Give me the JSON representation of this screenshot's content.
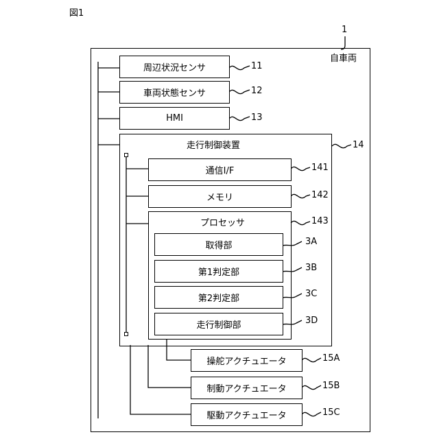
{
  "figure_label": "図1",
  "vehicle": {
    "ref": "1",
    "label": "自車両"
  },
  "sensors": [
    {
      "label": "周辺状況センサ",
      "ref": "11"
    },
    {
      "label": "車両状態センサ",
      "ref": "12"
    },
    {
      "label": "HMI",
      "ref": "13"
    }
  ],
  "controller": {
    "label": "走行制御装置",
    "ref": "14",
    "parts": [
      {
        "label": "通信I/F",
        "ref": "141"
      },
      {
        "label": "メモリ",
        "ref": "142"
      }
    ],
    "processor": {
      "label": "プロセッサ",
      "ref": "143",
      "units": [
        {
          "label": "取得部",
          "ref": "3A"
        },
        {
          "label": "第1判定部",
          "ref": "3B"
        },
        {
          "label": "第2判定部",
          "ref": "3C"
        },
        {
          "label": "走行制御部",
          "ref": "3D"
        }
      ]
    }
  },
  "actuators": [
    {
      "label": "操舵アクチュエータ",
      "ref": "15A"
    },
    {
      "label": "制動アクチュエータ",
      "ref": "15B"
    },
    {
      "label": "駆動アクチュエータ",
      "ref": "15C"
    }
  ]
}
